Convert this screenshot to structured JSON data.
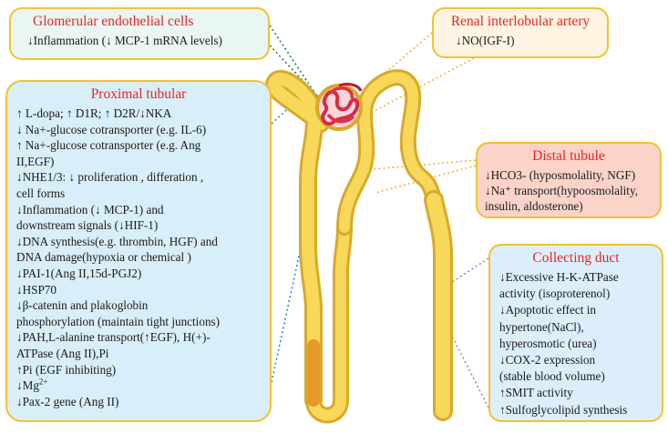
{
  "glomerular": {
    "title": "Glomerular endothelial cells",
    "lines": [
      "↓Inflammation (↓ MCP-1 mRNA levels)"
    ]
  },
  "renal_artery": {
    "title": "Renal interlobular artery",
    "lines": [
      "↓NO(IGF-I)"
    ]
  },
  "proximal": {
    "title": "Proximal tubular",
    "lines": [
      "↑ L-dopa; ↑ D1R; ↑ D2R/↓NKA",
      "↓ Na+-glucose cotransporter  (e.g. IL-6)",
      "↑ Na+-glucose cotransporter (e.g. Ang",
      "II,EGF)",
      "↓NHE1/3: ↓ proliferation , differation ,",
      "cell forms",
      "↓Inflammation (↓ MCP-1) and",
      "downstream signals (↓HIF-1)",
      "↓DNA synthesis(e.g. thrombin, HGF) and",
      "DNA damage(hypoxia or chemical )",
      "↓PAI-1(Ang II,15d-PGJ2)",
      "↓HSP70",
      "↓β-catenin and plakoglobin",
      "phosphorylation (maintain tight junctions)",
      "↓PAH,L-alanine transport(↑EGF), H(+)-",
      "ATPase  (Ang II),Pi",
      "↑Pi (EGF inhibiting)"
    ],
    "mg_prefix": "↓Mg",
    "mg_sup": "2+",
    "last_line": "↓Pax-2 gene (Ang II)"
  },
  "distal": {
    "title": "Distal tubule",
    "lines": [
      "↓HCO3- (hyposmolality, NGF)",
      "↓Na⁺ transport(hypoosmolality,",
      "insulin, aldosterone)"
    ]
  },
  "collecting": {
    "title": "Collecting duct",
    "lines": [
      "↓Excessive H-K-ATPase",
      "activity (isoproterenol)",
      "↓Apoptotic effect in",
      "hypertone(NaCl),",
      "hyperosmotic (urea)",
      "↓COX-2 expression",
      "(stable blood volume)",
      "↑SMIT activity",
      "↑Sulfoglycolipid synthesis"
    ]
  },
  "colors": {
    "title_red": "#e8242c",
    "box_border": "#f2c230",
    "tubule_yellow": "#f5d04a",
    "tubule_dark": "#d9a92a",
    "glomerulus_red": "#e0304a"
  }
}
